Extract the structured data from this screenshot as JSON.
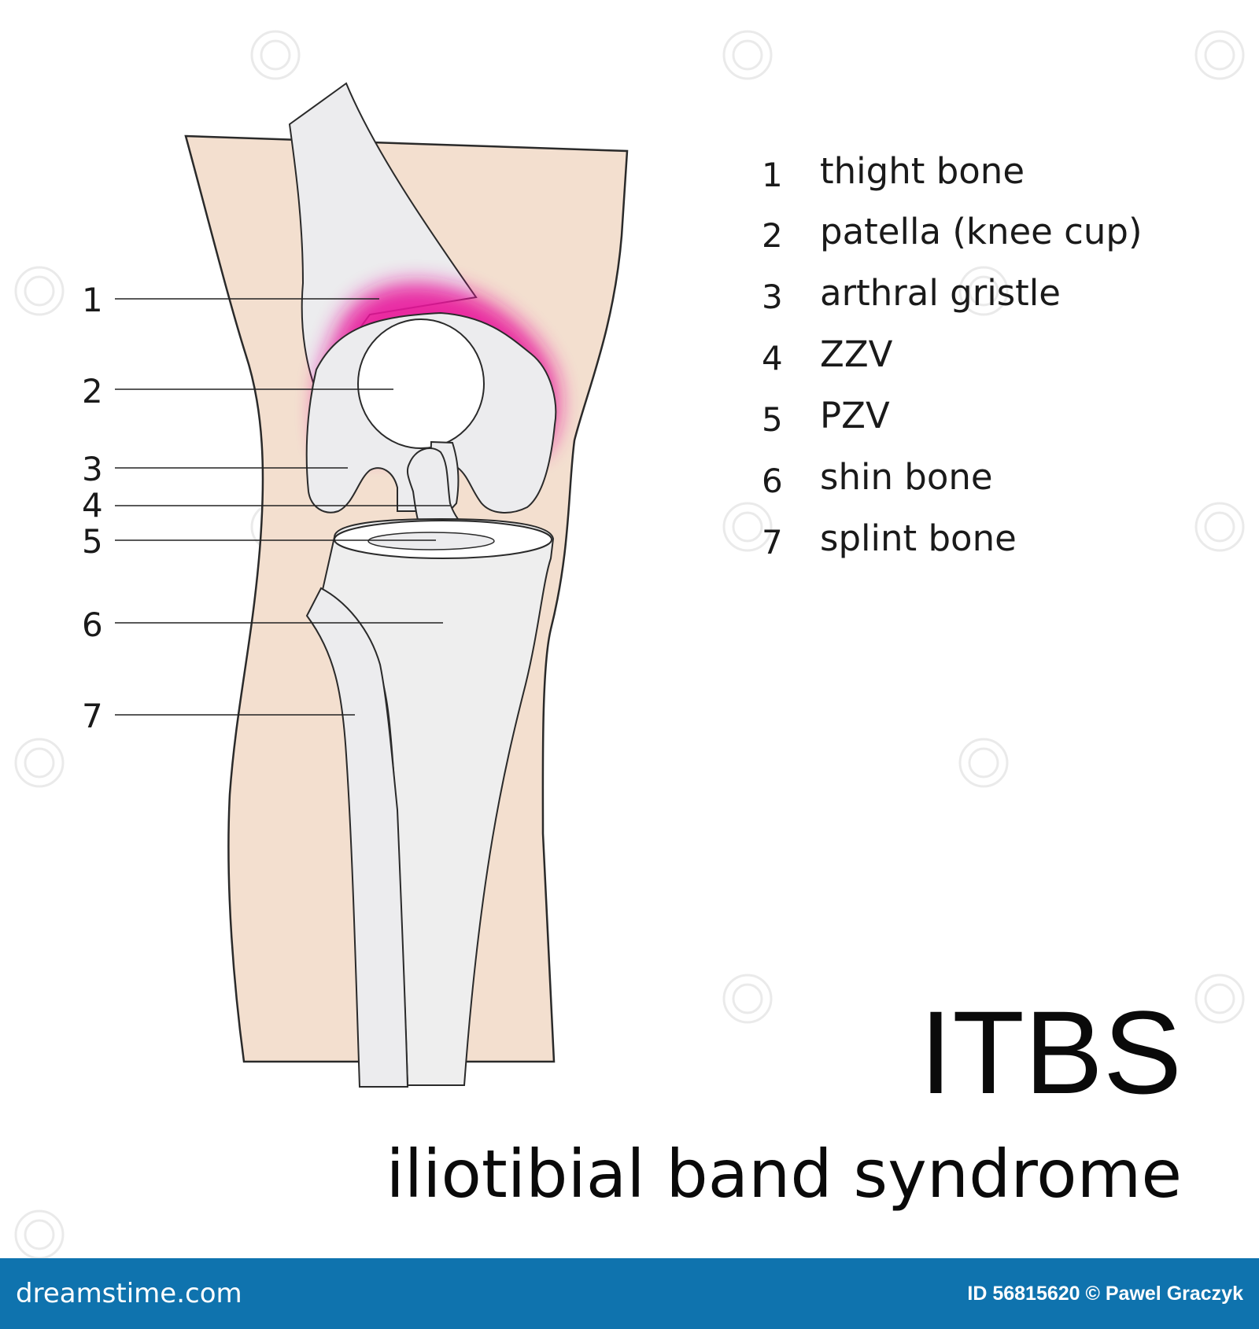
{
  "callouts": [
    "1",
    "2",
    "3",
    "4",
    "5",
    "6",
    "7"
  ],
  "legend": [
    {
      "num": "1",
      "label": "thight bone"
    },
    {
      "num": "2",
      "label": "patella (knee cup)"
    },
    {
      "num": "3",
      "label": "arthral gristle"
    },
    {
      "num": "4",
      "label": "ZZV"
    },
    {
      "num": "5",
      "label": "PZV"
    },
    {
      "num": "6",
      "label": "shin bone"
    },
    {
      "num": "7",
      "label": "splint bone"
    }
  ],
  "title": "ITBS",
  "subtitle": "iliotibial band syndrome",
  "footer": {
    "brand": "dreamstime.com",
    "credit": "ID 56815620 © Pawel Graczyk"
  },
  "colors": {
    "skin": "#f3dfcf",
    "bone": "#ececee",
    "inflammation": "#e8199b",
    "footer": "#0f73ae"
  }
}
